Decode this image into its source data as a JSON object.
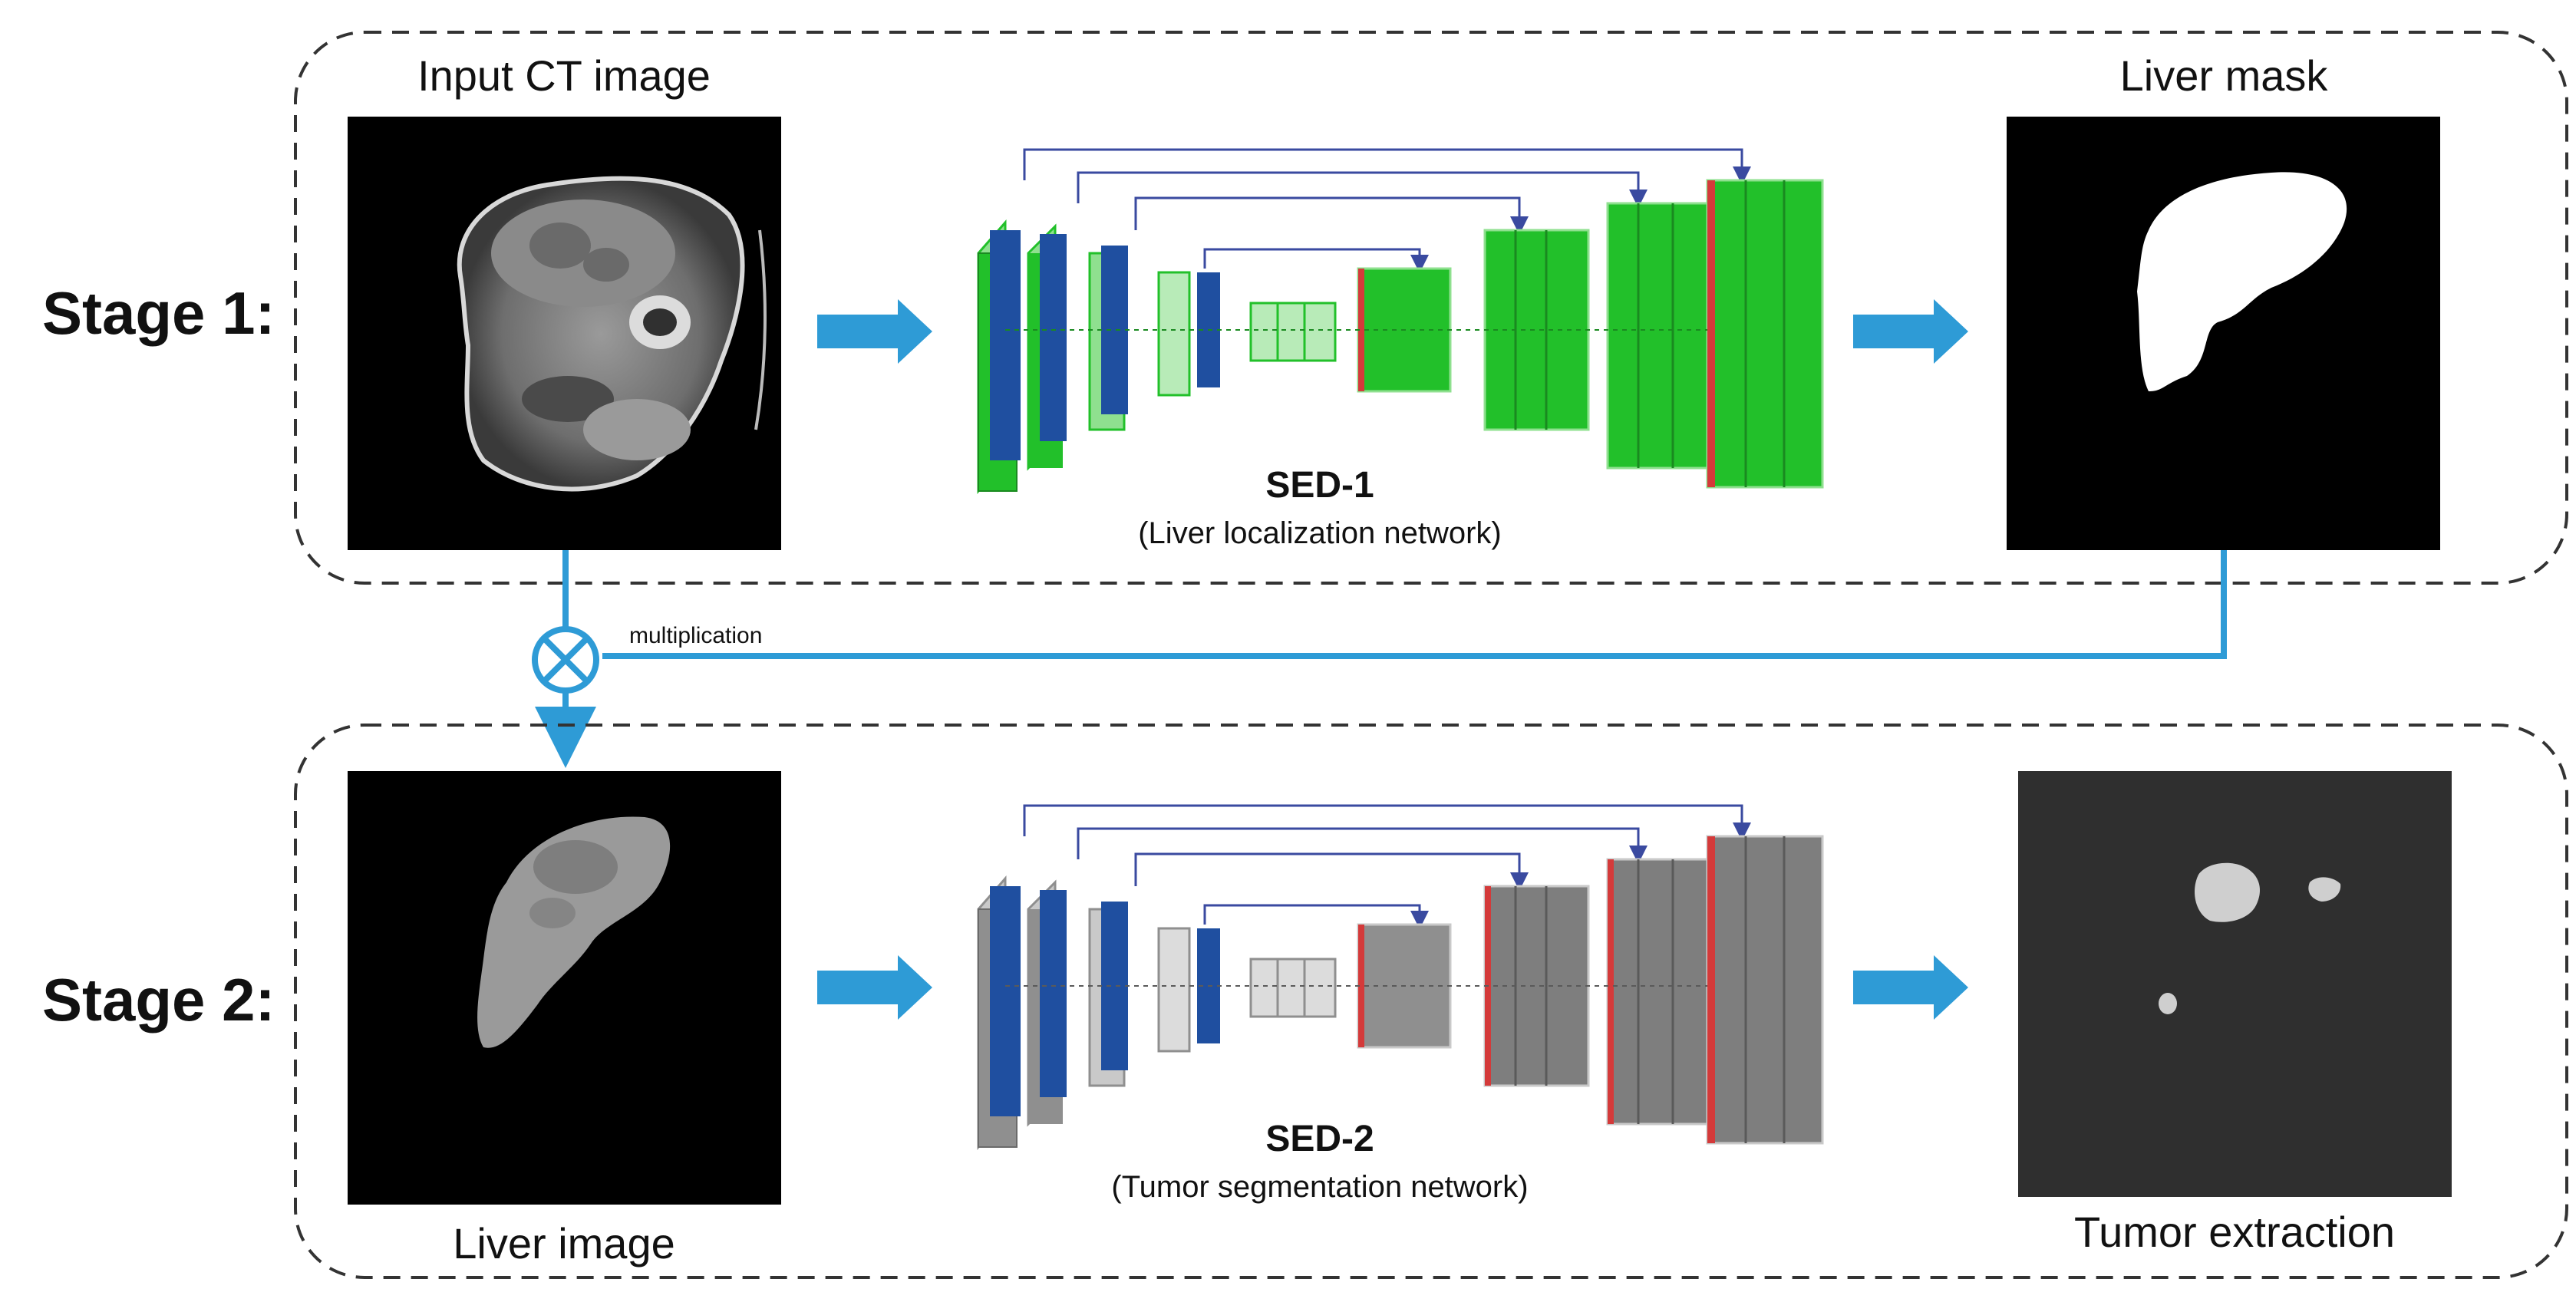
{
  "stages": [
    {
      "label": "Stage 1:",
      "input_caption": "Input CT image",
      "output_caption": "Liver mask",
      "network_title": "SED-1",
      "network_subtitle": "(Liver localization network)"
    },
    {
      "label": "Stage 2:",
      "input_caption": "Liver image",
      "output_caption": "Tumor extraction",
      "network_title": "SED-2",
      "network_subtitle": "(Tumor segmentation network)"
    }
  ],
  "operation": {
    "label": "multiplication",
    "symbol": "⊗"
  },
  "colors": {
    "arrow": "#2e9bd6",
    "encoder_blue": "#1f4fa0",
    "stage1_layer": "#22c02a",
    "stage1_layer_light": "#8fe08f",
    "stage2_layer": "#8f8f8f",
    "stage2_layer_light": "#c9c9c9",
    "decoder_edge": "#d43a3a",
    "skip_line": "#3a4aa0",
    "frame": "#333333"
  }
}
